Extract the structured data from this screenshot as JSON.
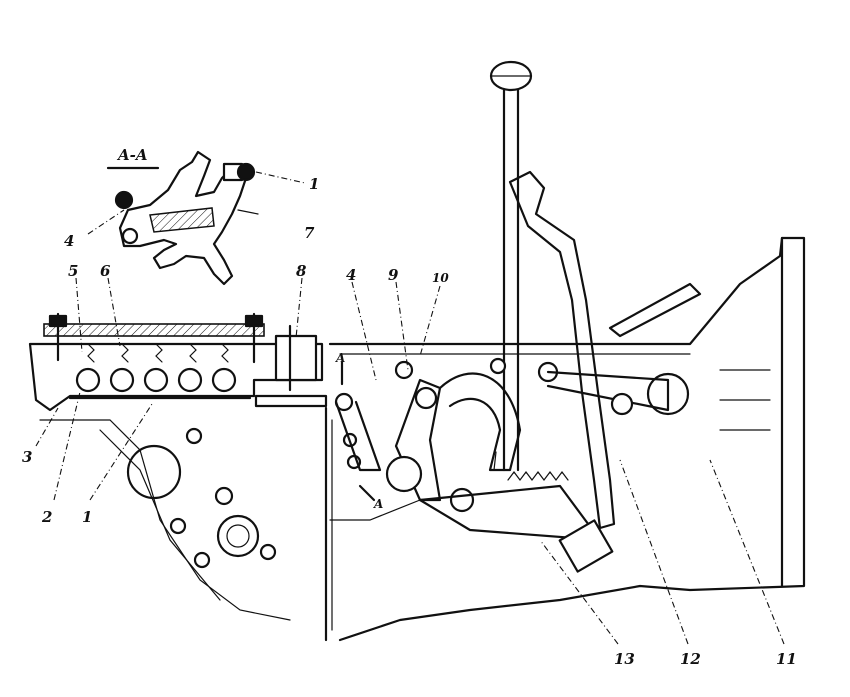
{
  "section_title": "A-A",
  "section_marks": [
    "A",
    "A"
  ],
  "callouts": {
    "c1_top": "1",
    "c4_top": "4",
    "c7": "7",
    "c5": "5",
    "c6": "6",
    "c8": "8",
    "c4_mid": "4",
    "c9": "9",
    "c10": "10",
    "c3": "3",
    "c2": "2",
    "c1_bot": "1",
    "c13": "13",
    "c12": "12",
    "c11": "11"
  }
}
